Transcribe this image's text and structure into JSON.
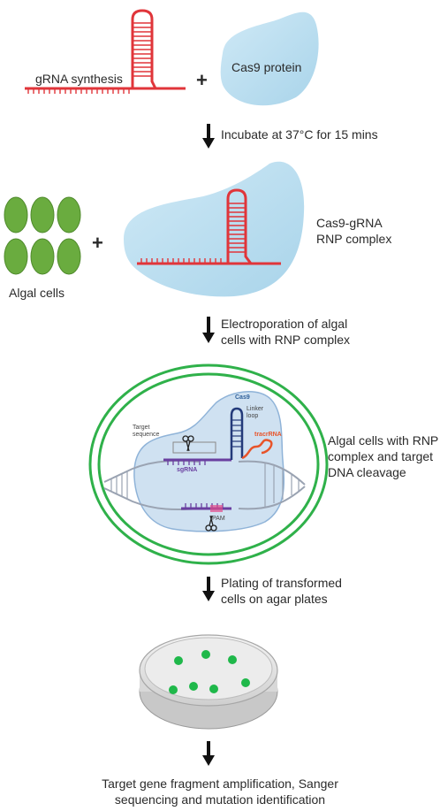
{
  "step1": {
    "grna_label": "gRNA synthesis",
    "plus": "+",
    "cas9_label": "Cas9 protein"
  },
  "step2": {
    "arrow_text": "Incubate at 37°C for 15 mins",
    "algal_cells_label": "Algal cells",
    "plus": "+",
    "rnp_label_line1": "Cas9-gRNA",
    "rnp_label_line2": "RNP complex"
  },
  "step3": {
    "arrow_text_line1": "Electroporation  of algal",
    "arrow_text_line2": "cells with RNP complex",
    "inset": {
      "cas9": "Cas9",
      "linker_loop_line1": "Linker",
      "linker_loop_line2": "loop",
      "target_sequence_line1": "Target",
      "target_sequence_line2": "sequence",
      "tracrrna": "tracrRNA",
      "sgrna": "sgRNA",
      "pam": "PAM"
    },
    "side_label_line1": "Algal cells with RNP",
    "side_label_line2": "complex and target",
    "side_label_line3": "DNA cleavage"
  },
  "step4": {
    "arrow_text_line1": "Plating of transformed",
    "arrow_text_line2": "cells on agar plates"
  },
  "step5": {
    "final_line1": "Target gene fragment amplification, Sanger",
    "final_line2": "sequencing and mutation identification"
  },
  "colors": {
    "rna_red": "#e0353a",
    "cas9_blue": "#b9def0",
    "algae_green": "#6aac3f",
    "colony_green": "#1fb84a",
    "ring_green": "#2fb14a",
    "sgrna_purple": "#6a3fa0",
    "tracr_orange": "#e8542a"
  }
}
